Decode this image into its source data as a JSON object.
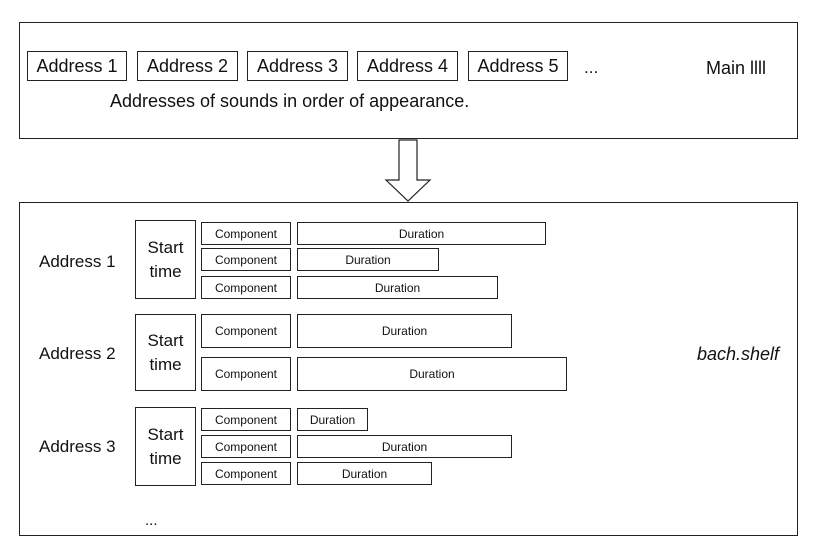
{
  "top_panel": {
    "addresses": [
      "Address 1",
      "Address 2",
      "Address 3",
      "Address 4",
      "Address 5"
    ],
    "ellipsis": "...",
    "label": "Main llll",
    "caption": "Addresses of sounds in order of appearance."
  },
  "bottom_panel": {
    "label": "bach.shelf",
    "ellipsis": "...",
    "groups": [
      {
        "address": "Address 1",
        "start": "Start\ntime",
        "rows": [
          {
            "component": "Component",
            "duration": "Duration"
          },
          {
            "component": "Component",
            "duration": "Duration"
          },
          {
            "component": "Component",
            "duration": "Duration"
          }
        ]
      },
      {
        "address": "Address 2",
        "start": "Start\ntime",
        "rows": [
          {
            "component": "Component",
            "duration": "Duration"
          },
          {
            "component": "Component",
            "duration": "Duration"
          }
        ]
      },
      {
        "address": "Address 3",
        "start": "Start\ntime",
        "rows": [
          {
            "component": "Component",
            "duration": "Duration"
          },
          {
            "component": "Component",
            "duration": "Duration"
          },
          {
            "component": "Component",
            "duration": "Duration"
          }
        ]
      }
    ]
  }
}
